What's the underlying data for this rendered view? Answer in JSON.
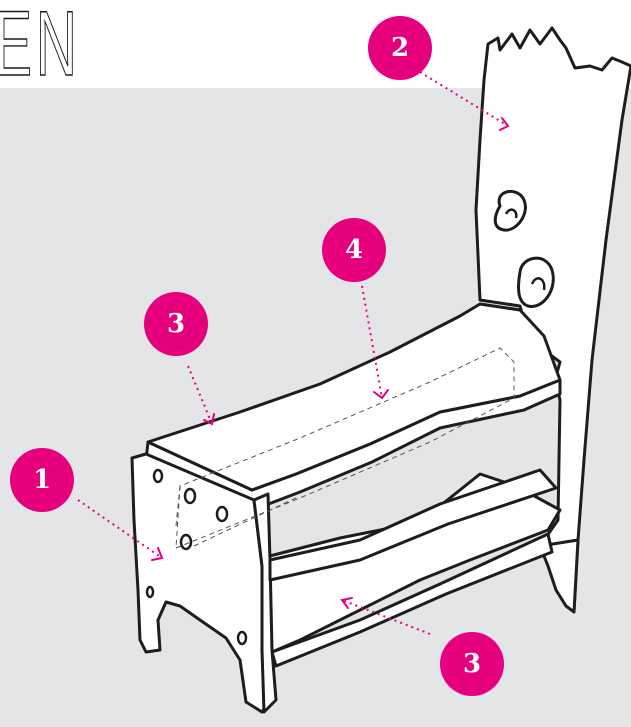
{
  "heading": "EN",
  "accent_color": "#e6007e",
  "callouts": [
    {
      "id": "callout-1",
      "label": "1"
    },
    {
      "id": "callout-2",
      "label": "2"
    },
    {
      "id": "callout-3a",
      "label": "3"
    },
    {
      "id": "callout-4",
      "label": "4"
    },
    {
      "id": "callout-3b",
      "label": "3"
    }
  ]
}
